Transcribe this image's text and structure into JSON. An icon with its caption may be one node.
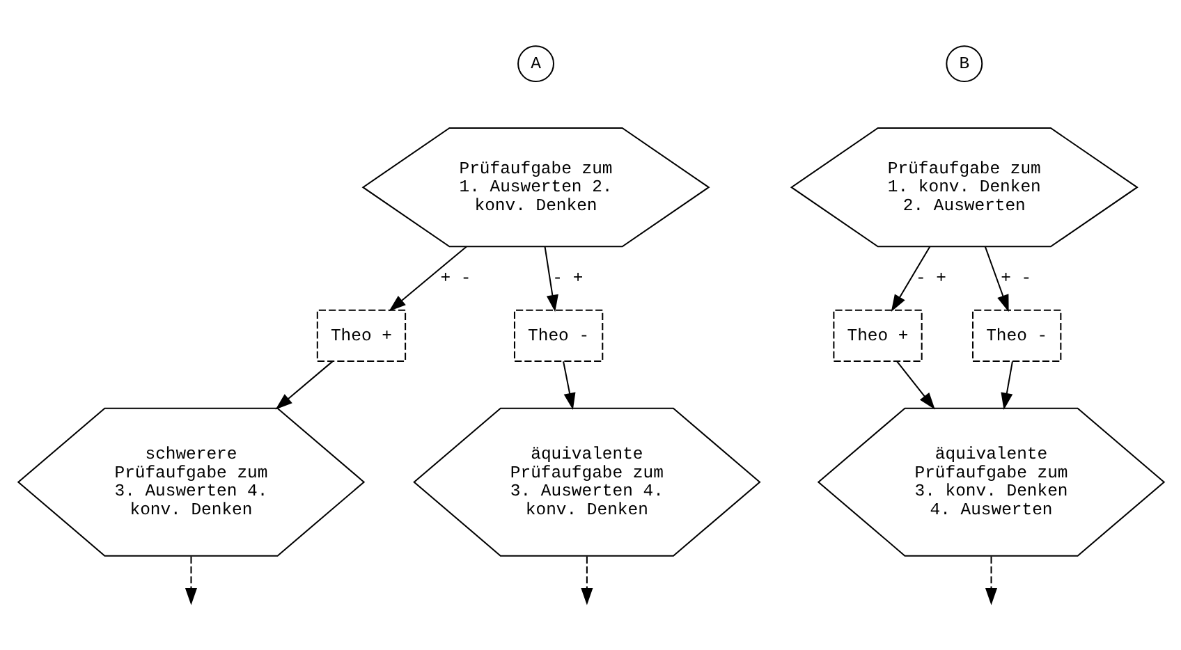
{
  "diagram": {
    "nodes": [
      {
        "text": [
          "A"
        ]
      },
      {
        "text": [
          "Prüfaufgabe zum 1. Auswerten 2. konv. Denken"
        ]
      },
      {
        "text": [
          "Theo +"
        ]
      },
      {
        "text": [
          "Theo -"
        ]
      },
      {
        "text": [
          "schwerere Prüfaufgabe zum 3. Auswerten 4. konv. Denken"
        ]
      },
      {
        "text": [
          "äquivalente Prüfaufgabe zum 3. Auswerten 4. konv. Denken"
        ]
      },
      {
        "text": [
          "B"
        ]
      },
      {
        "text": [
          "Prüfaufgabe zum 1. konv. Denken 2. Auswerten"
        ]
      },
      {
        "text": [
          "Theo +"
        ]
      },
      {
        "text": [
          "Theo -"
        ]
      },
      {
        "text": [
          "äquivalente Prüfaufgabe zum 3. konv. Denken 4. Auswerten"
        ]
      }
    ],
    "edges": [
      {
        "from": 1,
        "to": 2,
        "arrow": "to",
        "label": "+ -"
      },
      {
        "from": 1,
        "to": 3,
        "arrow": "to",
        "label": "- +"
      },
      {
        "from": 2,
        "to": 4,
        "arrow": "to"
      },
      {
        "from": 3,
        "to": 5,
        "arrow": "to"
      },
      {
        "from": 4,
        "to": null,
        "arrow": "to",
        "style": "dashed"
      },
      {
        "from": 5,
        "to": null,
        "arrow": "to",
        "style": "dashed"
      },
      {
        "from": 7,
        "to": 8,
        "arrow": "to",
        "label": "- +"
      },
      {
        "from": 7,
        "to": 9,
        "arrow": "to",
        "label": "+ -"
      },
      {
        "from": 8,
        "to": 10,
        "arrow": "to"
      },
      {
        "from": 9,
        "to": 10,
        "arrow": "to"
      },
      {
        "from": 10,
        "to": null,
        "arrow": "to",
        "style": "dashed"
      }
    ]
  }
}
